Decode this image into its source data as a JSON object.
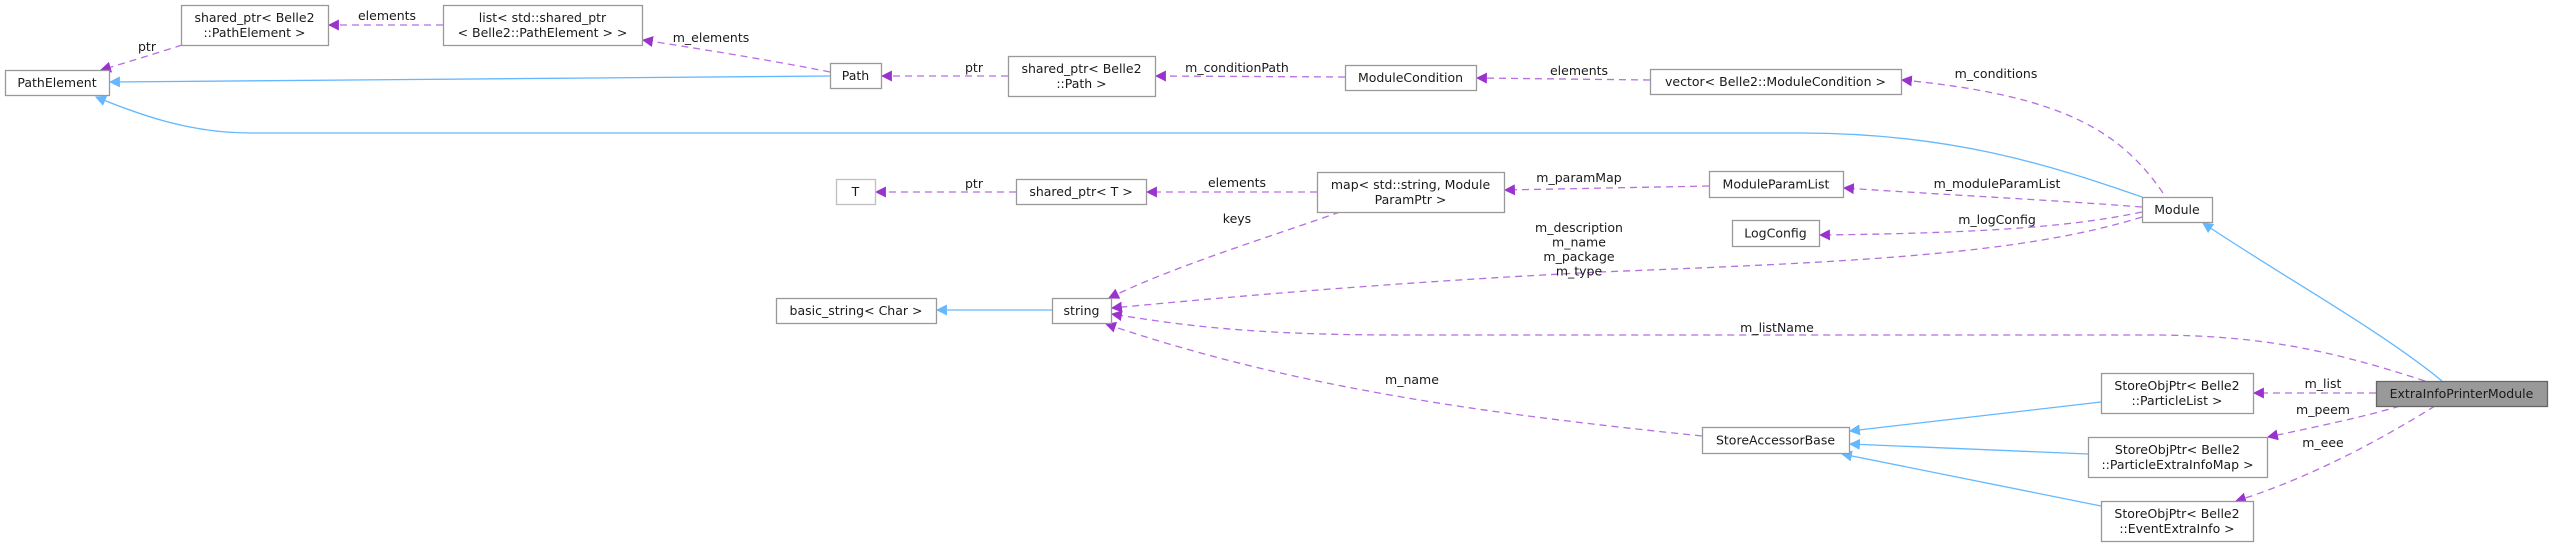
{
  "colors": {
    "member_edge": "#9a32cd",
    "member_edge_line": "#b56fe0",
    "inheritance_edge": "#63b8ff",
    "node_border": "#999999",
    "selected_fill": "#999999"
  },
  "nodes": [
    {
      "id": "PathElement",
      "lines": [
        "PathElement"
      ]
    },
    {
      "id": "SharedPtrPathElement",
      "lines": [
        "shared_ptr< Belle2",
        "::PathElement >"
      ]
    },
    {
      "id": "ListSharedPtr",
      "lines": [
        "list< std::shared_ptr",
        "< Belle2::PathElement > >"
      ]
    },
    {
      "id": "Path",
      "lines": [
        "Path"
      ]
    },
    {
      "id": "SharedPtrPath",
      "lines": [
        "shared_ptr< Belle2",
        "::Path >"
      ]
    },
    {
      "id": "ModuleCondition",
      "lines": [
        "ModuleCondition"
      ]
    },
    {
      "id": "VectorModuleCondition",
      "lines": [
        "vector< Belle2::ModuleCondition >"
      ]
    },
    {
      "id": "Module",
      "lines": [
        "Module"
      ]
    },
    {
      "id": "T",
      "lines": [
        "T"
      ],
      "style": "faint"
    },
    {
      "id": "SharedPtrT",
      "lines": [
        "shared_ptr< T >"
      ]
    },
    {
      "id": "MapParam",
      "lines": [
        "map< std::string, Module",
        "ParamPtr >"
      ]
    },
    {
      "id": "ModuleParamList",
      "lines": [
        "ModuleParamList"
      ]
    },
    {
      "id": "LogConfig",
      "lines": [
        "LogConfig"
      ]
    },
    {
      "id": "BasicString",
      "lines": [
        "basic_string< Char >"
      ]
    },
    {
      "id": "String",
      "lines": [
        "string"
      ]
    },
    {
      "id": "StoreAccessorBase",
      "lines": [
        "StoreAccessorBase"
      ]
    },
    {
      "id": "SOPParticleList",
      "lines": [
        "StoreObjPtr< Belle2",
        "::ParticleList >"
      ]
    },
    {
      "id": "SOPParticleExtraInfoMap",
      "lines": [
        "StoreObjPtr< Belle2",
        "::ParticleExtraInfoMap >"
      ]
    },
    {
      "id": "SOPEventExtraInfo",
      "lines": [
        "StoreObjPtr< Belle2",
        "::EventExtraInfo >"
      ]
    },
    {
      "id": "ExtraInfoPrinterModule",
      "lines": [
        "ExtraInfoPrinterModule"
      ],
      "style": "selected"
    }
  ],
  "edges": [
    {
      "id": "e1",
      "from": "SharedPtrPathElement",
      "to": "PathElement",
      "kind": "member",
      "label": [
        "ptr"
      ]
    },
    {
      "id": "e2",
      "from": "ListSharedPtr",
      "to": "SharedPtrPathElement",
      "kind": "member",
      "label": [
        "elements"
      ]
    },
    {
      "id": "e3",
      "from": "Path",
      "to": "ListSharedPtr",
      "kind": "member",
      "label": [
        "m_elements"
      ]
    },
    {
      "id": "e4",
      "from": "Path",
      "to": "PathElement",
      "kind": "inherit",
      "label": []
    },
    {
      "id": "e5",
      "from": "Module",
      "to": "PathElement",
      "kind": "inherit",
      "label": []
    },
    {
      "id": "e6",
      "from": "SharedPtrPath",
      "to": "Path",
      "kind": "member",
      "label": [
        "ptr"
      ]
    },
    {
      "id": "e7",
      "from": "ModuleCondition",
      "to": "SharedPtrPath",
      "kind": "member",
      "label": [
        "m_conditionPath"
      ]
    },
    {
      "id": "e8",
      "from": "VectorModuleCondition",
      "to": "ModuleCondition",
      "kind": "member",
      "label": [
        "elements"
      ]
    },
    {
      "id": "e9",
      "from": "Module",
      "to": "VectorModuleCondition",
      "kind": "member",
      "label": [
        "m_conditions"
      ]
    },
    {
      "id": "e10",
      "from": "SharedPtrT",
      "to": "T",
      "kind": "member",
      "label": [
        "ptr"
      ]
    },
    {
      "id": "e11",
      "from": "MapParam",
      "to": "SharedPtrT",
      "kind": "member",
      "label": [
        "elements"
      ]
    },
    {
      "id": "e12",
      "from": "ModuleParamList",
      "to": "MapParam",
      "kind": "member",
      "label": [
        "m_paramMap"
      ]
    },
    {
      "id": "e13",
      "from": "Module",
      "to": "ModuleParamList",
      "kind": "member",
      "label": [
        "m_moduleParamList"
      ]
    },
    {
      "id": "e14",
      "from": "Module",
      "to": "LogConfig",
      "kind": "member",
      "label": [
        "m_logConfig"
      ]
    },
    {
      "id": "e15",
      "from": "Module",
      "to": "String",
      "kind": "member",
      "label": [
        "m_description",
        "m_name",
        "m_package",
        "m_type"
      ]
    },
    {
      "id": "e16",
      "from": "MapParam",
      "to": "String",
      "kind": "member",
      "label": [
        "keys"
      ]
    },
    {
      "id": "e17",
      "from": "String",
      "to": "BasicString",
      "kind": "inherit",
      "label": []
    },
    {
      "id": "e18",
      "from": "ExtraInfoPrinterModule",
      "to": "String",
      "kind": "member",
      "label": [
        "m_listName"
      ]
    },
    {
      "id": "e19",
      "from": "StoreAccessorBase",
      "to": "String",
      "kind": "member",
      "label": [
        "m_name"
      ]
    },
    {
      "id": "e20",
      "from": "SOPParticleList",
      "to": "StoreAccessorBase",
      "kind": "inherit",
      "label": []
    },
    {
      "id": "e21",
      "from": "SOPParticleExtraInfoMap",
      "to": "StoreAccessorBase",
      "kind": "inherit",
      "label": []
    },
    {
      "id": "e22",
      "from": "SOPEventExtraInfo",
      "to": "StoreAccessorBase",
      "kind": "inherit",
      "label": []
    },
    {
      "id": "e23",
      "from": "ExtraInfoPrinterModule",
      "to": "Module",
      "kind": "inherit",
      "label": []
    },
    {
      "id": "e24",
      "from": "ExtraInfoPrinterModule",
      "to": "SOPParticleList",
      "kind": "member",
      "label": [
        "m_list"
      ]
    },
    {
      "id": "e25",
      "from": "ExtraInfoPrinterModule",
      "to": "SOPParticleExtraInfoMap",
      "kind": "member",
      "label": [
        "m_peem"
      ]
    },
    {
      "id": "e26",
      "from": "ExtraInfoPrinterModule",
      "to": "SOPEventExtraInfo",
      "kind": "member",
      "label": [
        "m_eee"
      ]
    }
  ]
}
